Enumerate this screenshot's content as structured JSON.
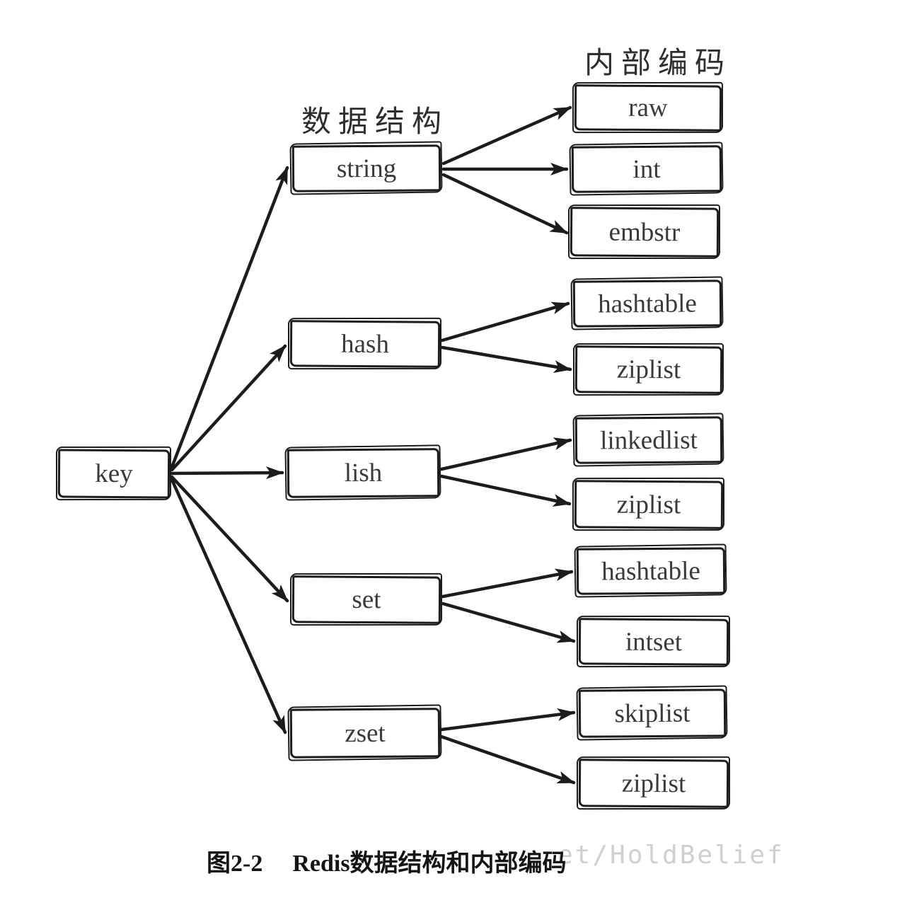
{
  "diagram": {
    "headers": {
      "structures": "数据结构",
      "encodings": "内部编码"
    },
    "root": {
      "label": "key"
    },
    "structures": [
      {
        "label": "string",
        "encodings": [
          "raw",
          "int",
          "embstr"
        ]
      },
      {
        "label": "hash",
        "encodings": [
          "hashtable",
          "ziplist"
        ]
      },
      {
        "label": "lish",
        "encodings": [
          "linkedlist",
          "ziplist"
        ]
      },
      {
        "label": "set",
        "encodings": [
          "hashtable",
          "intset"
        ]
      },
      {
        "label": "zset",
        "encodings": [
          "skiplist",
          "ziplist"
        ]
      }
    ],
    "caption": {
      "figure_label": "图2-2",
      "title": "Redis数据结构和内部编码"
    },
    "watermark": "et/HoldBelief",
    "colors": {
      "line": "#1c1c1c",
      "text": "#3a3a3a",
      "watermark": "#cfcfcf",
      "background": "#ffffff"
    }
  }
}
